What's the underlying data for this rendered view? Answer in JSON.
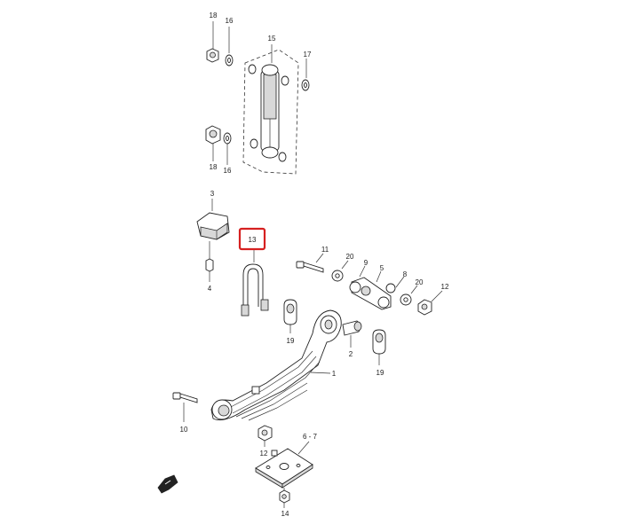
{
  "callouts": {
    "c18_top": "18",
    "c16_top": "16",
    "c15": "15",
    "c17": "17",
    "c18_bot": "18",
    "c16_bot": "16",
    "c3": "3",
    "c4": "4",
    "c13": "13",
    "c11": "11",
    "c20_left": "20",
    "c9": "9",
    "c5": "5",
    "c8": "8",
    "c20_right": "20",
    "c12_right": "12",
    "c19_left": "19",
    "c2": "2",
    "c19_right": "19",
    "c1": "1",
    "c10": "10",
    "c12_bottom": "12",
    "c6_7": "6 - 7",
    "c14": "14"
  },
  "highlight": {
    "part": "13",
    "color": "#d62020"
  },
  "icons": {
    "front_arrow": "front-direction-arrow-icon"
  }
}
